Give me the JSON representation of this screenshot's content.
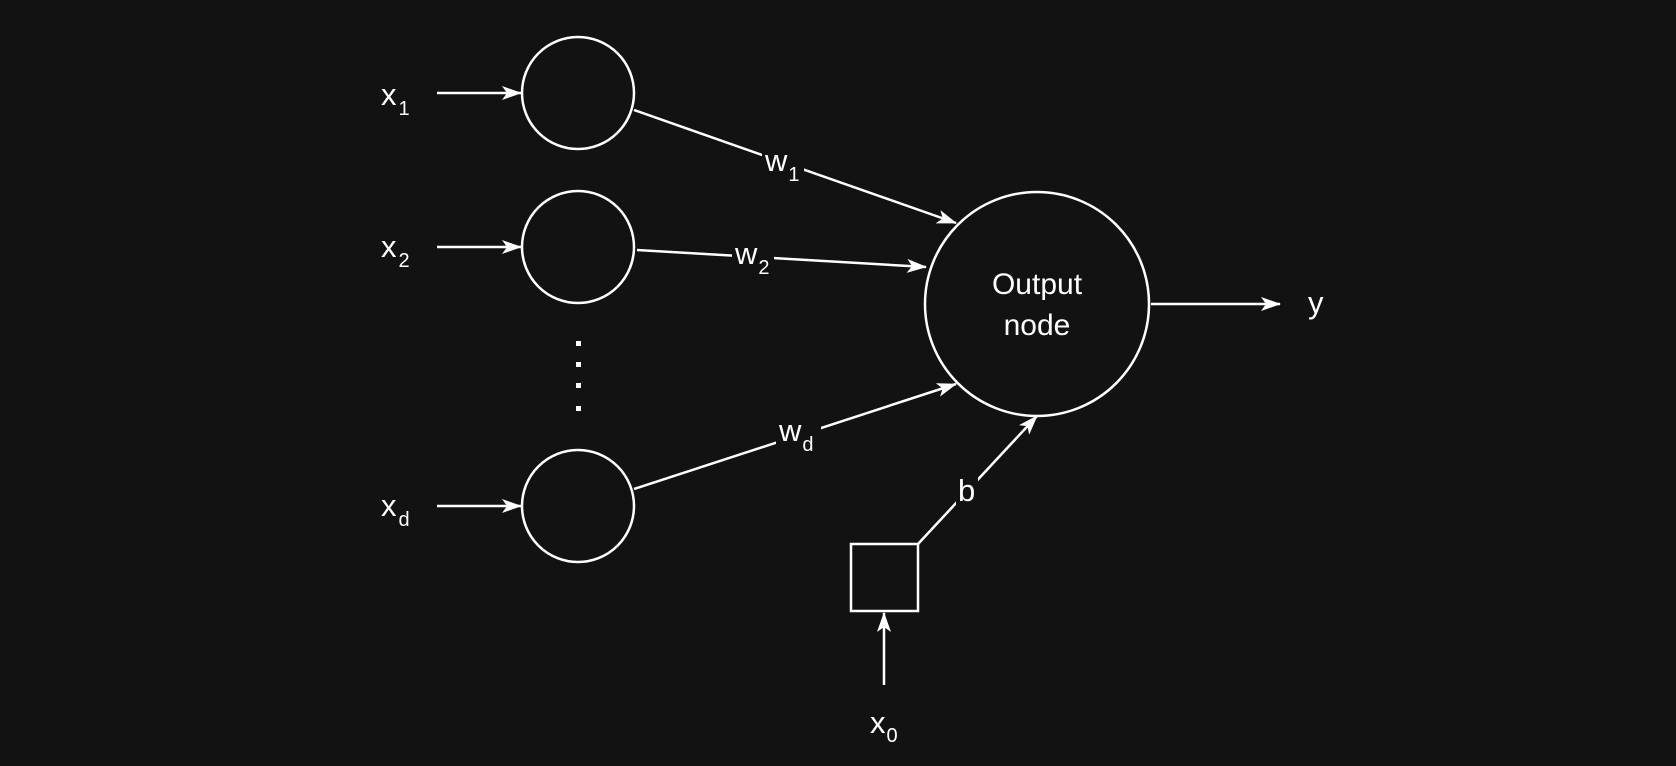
{
  "colors": {
    "background": "#121212",
    "foreground": "#ffffff"
  },
  "inputs": [
    {
      "var": "x",
      "sub": "1"
    },
    {
      "var": "x",
      "sub": "2"
    },
    {
      "var": "x",
      "sub": "d"
    }
  ],
  "weights": [
    {
      "var": "w",
      "sub": "1"
    },
    {
      "var": "w",
      "sub": "2"
    },
    {
      "var": "w",
      "sub": "d"
    }
  ],
  "bias": {
    "label": "b",
    "input": {
      "var": "x",
      "sub": "0"
    }
  },
  "output_node": {
    "line1": "Output",
    "line2": "node"
  },
  "output": {
    "label": "y"
  }
}
